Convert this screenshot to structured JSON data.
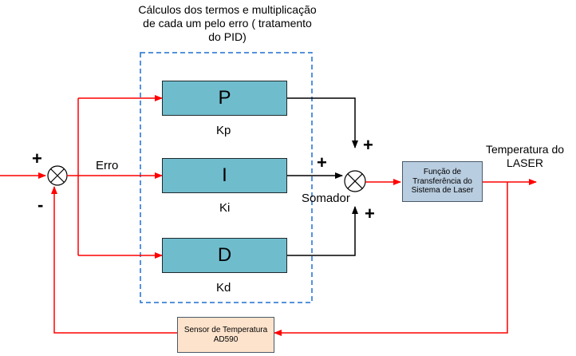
{
  "title": "Cálculos dos termos e multiplicação de cada um pelo erro ( tratamento do PID)",
  "blocks": {
    "p": {
      "label": "P",
      "gain": "Kp"
    },
    "i": {
      "label": "I",
      "gain": "Ki"
    },
    "d": {
      "label": "D",
      "gain": "Kd"
    }
  },
  "labels": {
    "erro": "Erro",
    "somador": "Somador",
    "plus_input": "+",
    "minus_feedback": "-",
    "plus_p": "+",
    "plus_i": "+",
    "plus_d": "+",
    "output": "Temperatura do LASER"
  },
  "transfer_block": "Função de Transferência do Sistema de Laser",
  "sensor_block": "Sensor de Temperatura AD590",
  "colors": {
    "signal_red": "#ff0000",
    "pid_fill": "#6fbccd",
    "dashed_blue": "#1e6fd0",
    "transfer_fill": "#b9cde0",
    "sensor_fill": "#fde3cc"
  }
}
